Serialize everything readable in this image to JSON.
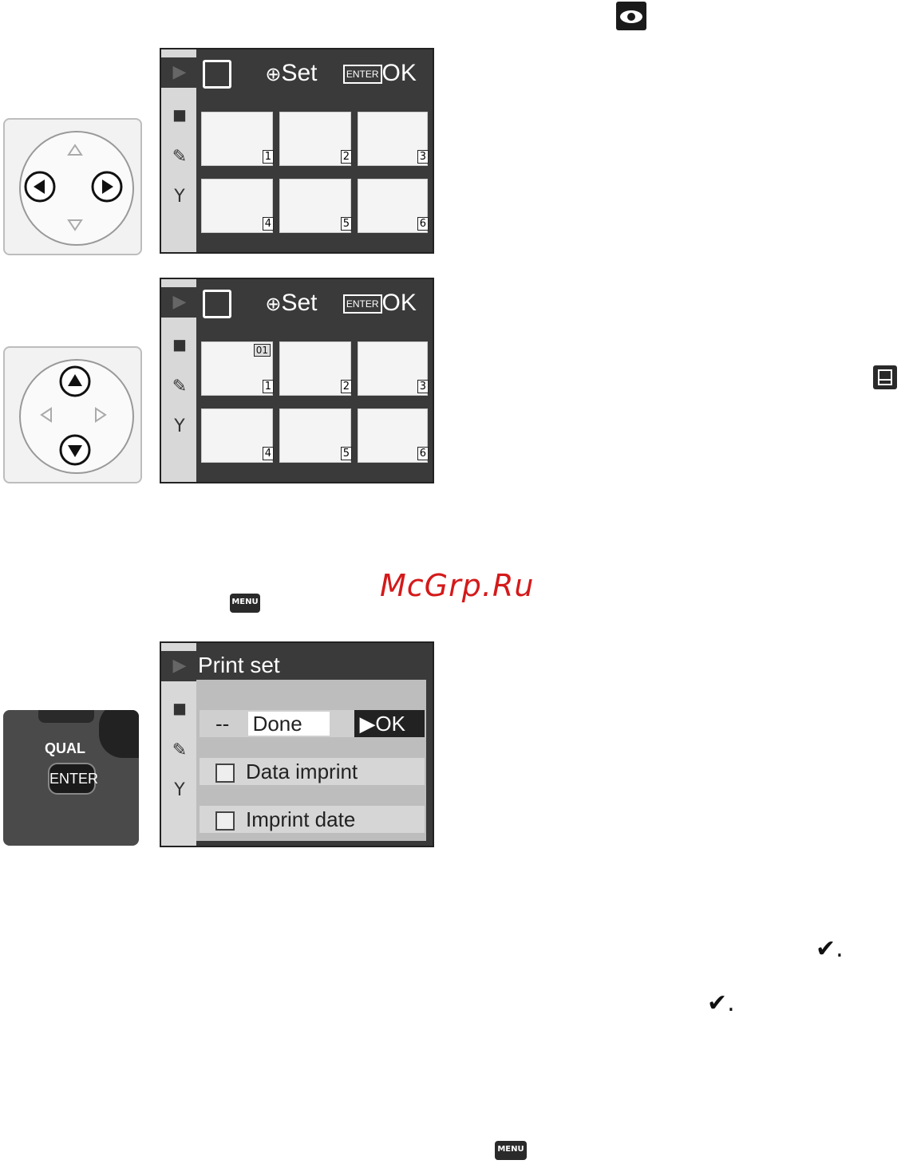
{
  "watermark": "McGrp.Ru",
  "screen1": {
    "set_label": "Set",
    "enter_label": "ENTER",
    "ok_label": "OK",
    "thumb_numbers": [
      "1",
      "2",
      "3",
      "4",
      "5",
      "6"
    ]
  },
  "screen2": {
    "set_label": "Set",
    "enter_label": "ENTER",
    "ok_label": "OK",
    "print_flag": "01",
    "thumb_numbers": [
      "1",
      "2",
      "3",
      "4",
      "5",
      "6"
    ]
  },
  "print_set_menu": {
    "title": "Print set",
    "items": [
      {
        "prefix": "--",
        "label": "Done",
        "action": "▶OK"
      },
      {
        "label": "Data imprint"
      },
      {
        "label": "Imprint date"
      }
    ]
  },
  "enter_button": {
    "top_label": "QUAL",
    "button_label": "ENTER"
  },
  "menu_icon_label": "MENU",
  "check_glyph": "✔."
}
